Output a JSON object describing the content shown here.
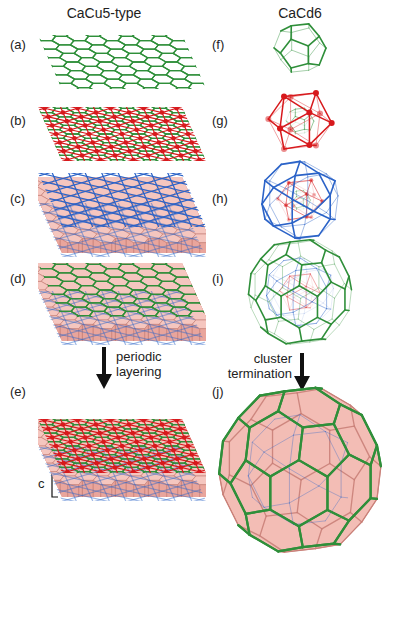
{
  "diagram": {
    "labels": [
      "CaCu5-type",
      "CaCd6",
      "(a)",
      "(f)",
      "(b)",
      "(g)",
      "(c)",
      "(h)",
      "(d)",
      "(i)",
      "periodic layering",
      "cluster termination",
      "(e)",
      "(j)",
      "c"
    ]
  }
}
